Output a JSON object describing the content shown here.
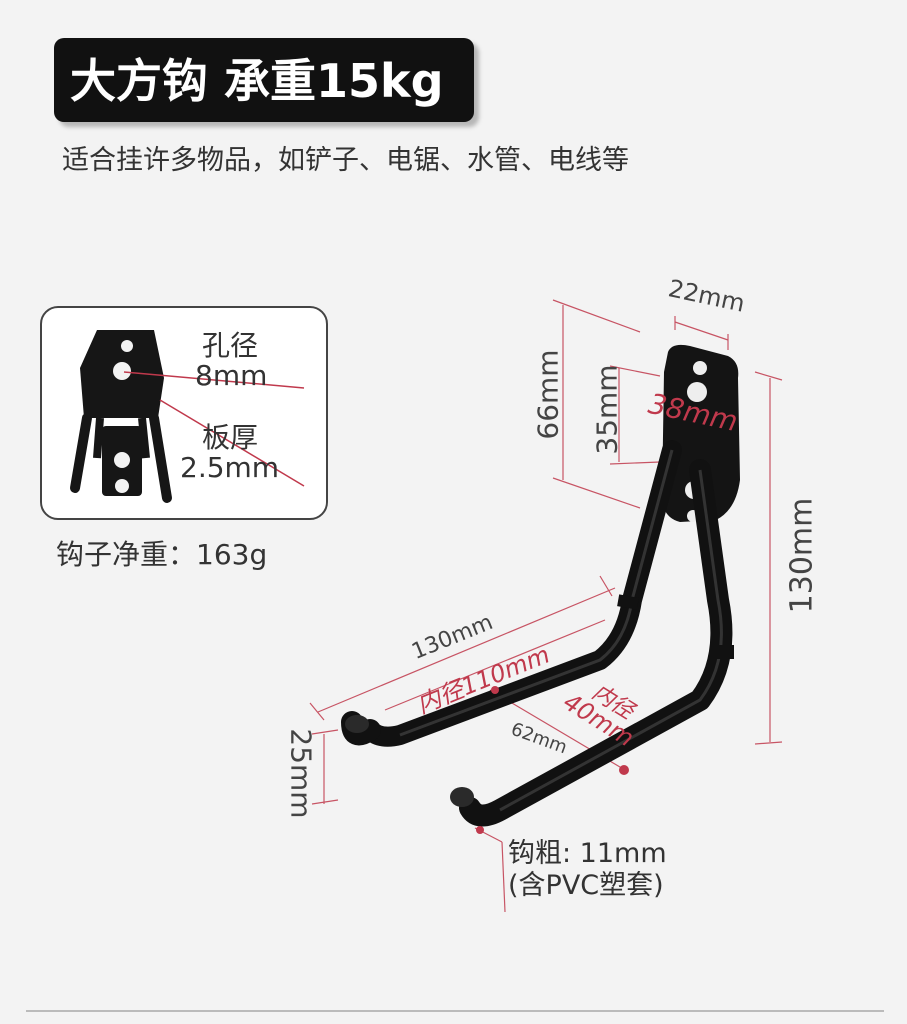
{
  "header": {
    "title": "大方钩 承重15kg",
    "subtitle": "适合挂许多物品，如铲子、电锯、水管、电线等"
  },
  "inset": {
    "hole_label": "孔径",
    "hole_value": "8mm",
    "plate_label": "板厚",
    "plate_value": "2.5mm"
  },
  "net_weight": "钩子净重：163g",
  "dimensions": {
    "top_width": "22mm",
    "height_66": "66mm",
    "height_35": "35mm",
    "plate_38": "38mm",
    "height_130": "130mm",
    "arm_length": "130mm",
    "inner_110": "内径110mm",
    "inner_40_a": "内径",
    "inner_40_b": "40mm",
    "spacing_62": "62mm",
    "tip_25": "25mm"
  },
  "thickness": {
    "line1": "钩粗: 11mm",
    "line2": "(含PVC塑套)"
  },
  "colors": {
    "accent_red": "#c0394c",
    "hook_black": "#111111",
    "badge_bg": "#111111"
  }
}
